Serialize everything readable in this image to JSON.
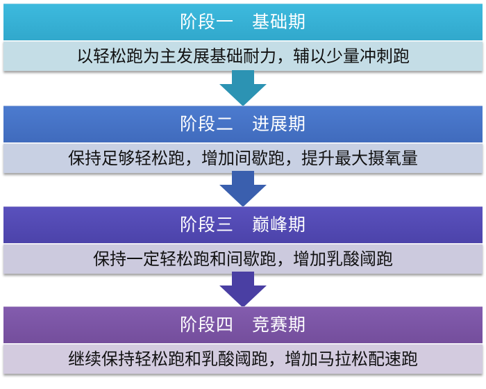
{
  "stages": [
    {
      "title": "阶段一　基础期",
      "description": "以轻松跑为主发展基础耐力，辅以少量冲刺跑",
      "header_color": "#36b2d6",
      "body_color": "#c4dde6"
    },
    {
      "title": "阶段二　进展期",
      "description": "保持足够轻松跑，增加间歇跑，提升最大摄氧量",
      "header_color": "#4674c6",
      "body_color": "#c8d0e3"
    },
    {
      "title": "阶段三　巅峰期",
      "description": "保持一定轻松跑和间歇跑，增加乳酸阈跑",
      "header_color": "#5249b4",
      "body_color": "#cccade"
    },
    {
      "title": "阶段四　竞赛期",
      "description": "继续保持轻松跑和乳酸阈跑，增加马拉松配速跑",
      "header_color": "#7b55a6",
      "body_color": "#d3cbdf"
    }
  ],
  "arrow_colors": [
    "#2c93b3",
    "#3a5fae",
    "#4a3fa3"
  ]
}
